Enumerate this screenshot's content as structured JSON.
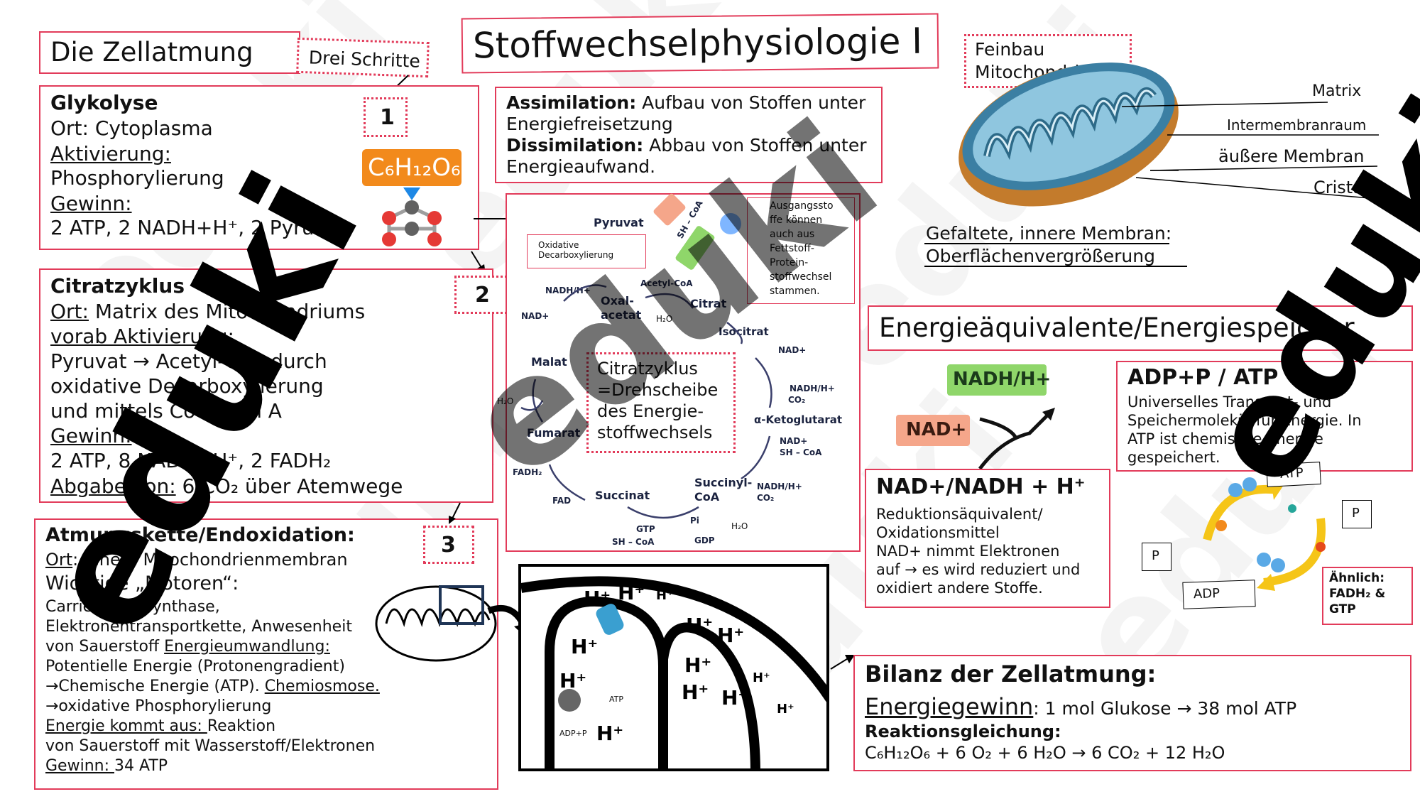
{
  "main_title": "Stoffwechselphysiologie I",
  "zell": {
    "title": "Die Zellatmung",
    "drei": "Drei Schritte",
    "step1": "1",
    "step2": "2",
    "step3": "3"
  },
  "glyk": {
    "heading": "Glykolyse",
    "ort": "Ort: Cytoplasma",
    "akt_label": "Aktivierung:",
    "akt_value": "Phosphorylierung",
    "gew_label": "Gewinn:",
    "gew_value": "2 ATP, 2 NADH+H⁺, 2 Pyruvat",
    "formula": "C₆H₁₂O₆"
  },
  "citrat": {
    "heading": "Citratzyklus",
    "ort_label": "Ort:",
    "ort_value": " Matrix des Mitochondriums",
    "vorab_label": "vorab Aktivierung:",
    "l1": "Pyruvat → Acetyl-CoA durch",
    "l2": "oxidative Decarboxylierung",
    "l3": "und mittels Coenzym A",
    "gew_label": "Gewinn:",
    "gew_value": "2 ATP, 8 NADH+H⁺, 2 FADH₂",
    "abg_label": "Abgabe von:",
    "abg_value": " 6 CO₂ über Atemwege"
  },
  "assim": {
    "a_label": "Assimilation:",
    "a_value": " Aufbau von Stoffen unter",
    "a_value2": "Energiefreisetzung",
    "d_label": "Dissimilation:",
    "d_value": " Abbau von Stoffen unter",
    "d_value2": "Energieaufwand."
  },
  "cycle": {
    "pyruvat": "Pyruvat",
    "oxidative": "Oxidative",
    "decarb": "Decarboxylierung",
    "acetyl": "Acetyl-CoA",
    "oxal": "Oxal-",
    "acetat": "acetat",
    "citrat": "Citrat",
    "isocitrat": "Isocitrat",
    "malat": "Malat",
    "fumarat": "Fumarat",
    "ketoglut": "α-Ketoglutarat",
    "succinyl": "Succinyl-",
    "coa": "CoA",
    "succinat": "Succinat",
    "gtp": "GTP",
    "gdp": "GDP",
    "sh_coa": "SH – CoA",
    "pi": "Pi",
    "h2o": "H₂O",
    "fadh2": "FADH₂",
    "fad": "FAD",
    "nad": "NAD+",
    "nadh": "NADH/H+",
    "co2": "CO₂",
    "center1": "Citratzyklus",
    "center2": "=Drehscheibe",
    "center3": "des Energie-",
    "center4": "stoffwechsels",
    "side1": "Ausgangssto",
    "side2": "ffe können",
    "side3": "auch aus",
    "side4": "Fettstoff-",
    "side5": "Protein-",
    "side6": "stoffwechsel",
    "side7": "stammen."
  },
  "mito": {
    "title1": "Feinbau",
    "title2": "Mitochondrium",
    "matrix": "Matrix",
    "intermem": "Intermembranraum",
    "aussere": "äußere Membran",
    "cristae": "Cristae",
    "gef1": "Gefaltete, innere Membran:",
    "gef2": "Oberflächenvergrößerung"
  },
  "energie": {
    "title": "Energieäquivalente/Energiespeicher",
    "nadh_tag": "NADH/H+",
    "nad_tag": "NAD+",
    "nad_heading": "NAD+/NADH + H⁺",
    "nad_l1": "Reduktionsäquivalent/",
    "nad_l2": "Oxidationsmittel",
    "nad_l3": "NAD+ nimmt Elektronen",
    "nad_l4": "auf → es wird reduziert und",
    "nad_l5": "oxidiert andere Stoffe.",
    "adp_heading": "ADP+P / ATP",
    "adp_l1": "Universelles Transport- und",
    "adp_l2": "Speichermolekül für Energie. In",
    "adp_l3": "ATP ist chemische Energie",
    "adp_l4": "gespeichert.",
    "atp": "ATP",
    "p": "P",
    "adp": "ADP",
    "aehnlich1": "Ähnlich:",
    "aehnlich2": "FADH₂ &",
    "aehnlich3": "GTP"
  },
  "atmung": {
    "heading": "Atmungskette/Endoxidation:",
    "ort_label": "Ort",
    "ort_value": ": innere Mitochondrienmembran",
    "motoren": "Wichtige „Motoren“:",
    "l1": "Carrier, ATP-Synthase,",
    "l2": "Elektronentransportkette, Anwesenheit",
    "l3a": "von Sauerstoff ",
    "l3b": "Energieumwandlung:",
    "l4": "Potentielle Energie (Protonengradient)",
    "l5a": "→Chemische Energie (ATP). ",
    "l5b": "Chemiosmose.",
    "l6": "→oxidative Phosphorylierung",
    "l7a": "Energie kommt aus: ",
    "l7b": "Reaktion",
    "l8": "von Sauerstoff mit Wasserstoff/Elektronen",
    "l9a": "Gewinn: ",
    "l9b": "34 ATP"
  },
  "diagram": {
    "hplus": "H⁺",
    "atp": "ATP",
    "adp_p": "ADP+P"
  },
  "bilanz": {
    "heading": "Bilanz der Zellatmung:",
    "eg_label": "Energiegewinn",
    "eg_value": ": 1 mol Glukose → 38 mol ATP",
    "rg_label": "Reaktionsgleichung:",
    "rg_value": "C₆H₁₂O₆ + 6 O₂ + 6 H₂O → 6 CO₂ + 12 H₂O"
  },
  "watermark": {
    "text": "eduki"
  }
}
